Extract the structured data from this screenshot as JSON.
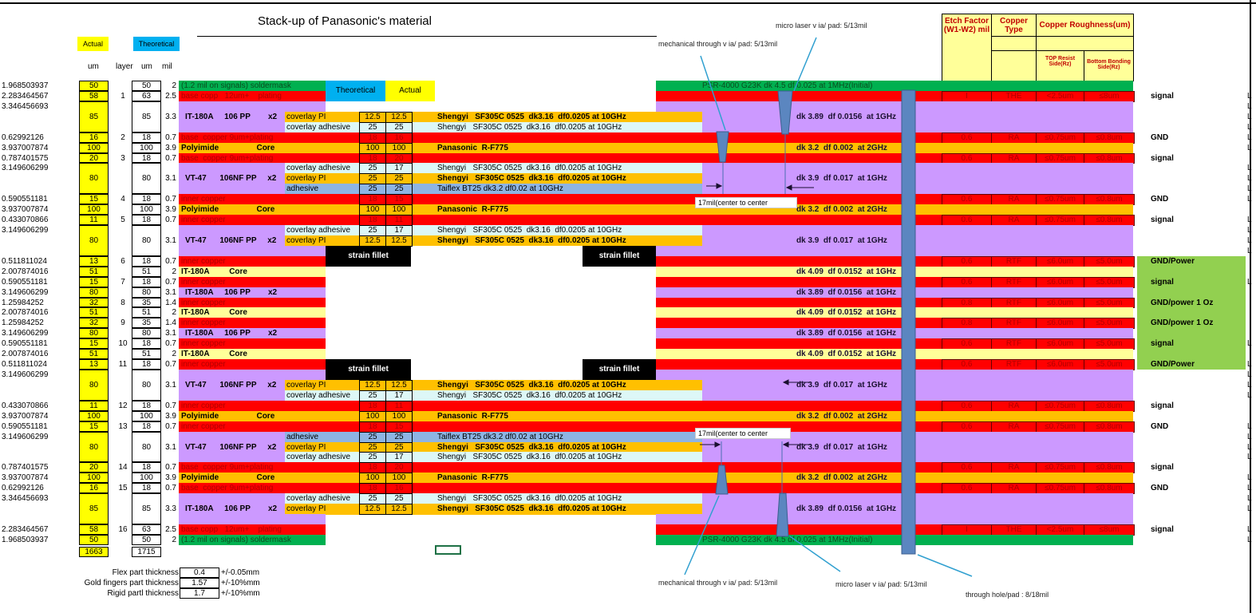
{
  "title": "Stack-up of Panasonic's material",
  "legend": {
    "actual": "Actual",
    "theoretical": "Theoretical"
  },
  "col_headers": {
    "um_actual": "um",
    "layer": "layer",
    "um_theo": "um",
    "mil": "mil"
  },
  "flex_legend": {
    "theoretical": "Theoretical",
    "actual": "Actual"
  },
  "right_table_header": {
    "etch": "Etch Factor (W1-W2) mil",
    "type": "Copper Type",
    "rough": "Copper Roughness(um)",
    "top": "TOP Resist Side(Rz)",
    "bottom": "Bottom Bonding Side(Rz)"
  },
  "colors": {
    "copper": "#ff0000",
    "prepreg": "#cc99ff",
    "orange": "#ffc000",
    "cyan": "#ddf7f7",
    "blue": "#8eb4e3",
    "mask": "#00b050",
    "core_rigid": "#ffff99",
    "actual": "#ffff00",
    "theoretical": "#00b0f0",
    "via": "#5b86c0",
    "callout": "#31a0d0",
    "fn_green": "#92d050"
  },
  "mask_text": "PSR-4000 G23K dk 4.5  df 0.025 at 1MHz(Initial)",
  "strain_label": "strain fillet",
  "center_label": "17mil(center to center",
  "rows": [
    {
      "kind": "mask",
      "v": "1.968503937",
      "act": "50",
      "theo": "50",
      "mil": "2",
      "label": "(1.2 mil on signals) soldermask",
      "L": false
    },
    {
      "kind": "cu_rigid",
      "v": "2.283464567",
      "act": "58",
      "layer": "1",
      "theo": "63",
      "mil": "2.5",
      "label": "base copp   12um+    plating",
      "tbl": [
        "I",
        "THE",
        "<2.5um",
        "≤8um"
      ],
      "fn": "signal",
      "L": true
    },
    {
      "kind": "pp",
      "v": "3.346456693",
      "act": "85",
      "theo": "85",
      "mil": "3.3",
      "span": 3,
      "L": true
    },
    {
      "kind": "pp_cov",
      "cov": "orange",
      "label": "IT-180A     106 PP        x2",
      "flex": {
        "name": "coverlay PI",
        "theo": "12.5",
        "act": "12.5",
        "desc": "Shengyi   SF305C 0525  dk3.16  df0.0205 at 10GHz",
        "bold": true
      },
      "dk": "dk 3.89  df 0.0156  at 1GHz",
      "L": true
    },
    {
      "kind": "pp_cov",
      "cov": "cyan",
      "flex": {
        "name": "coverlay adhesive",
        "theo": "25",
        "act": "25",
        "desc": "Shengyi   SF305C 0525  dk3.16  df0.0205 at 10GHz",
        "bold": false
      },
      "L": true
    },
    {
      "kind": "cu_flex",
      "v": "0.62992126",
      "act": "16",
      "layer": "2",
      "theo": "18",
      "mil": "0.7",
      "label": "base  copper 9um+plating",
      "flex": {
        "theo": "18",
        "act": "16"
      },
      "tbl": [
        "0.6",
        "RA",
        "≤0.75um",
        "≤0.8um"
      ],
      "fn": "GND",
      "L": true
    },
    {
      "kind": "core_flex",
      "v": "3.937007874",
      "act": "100",
      "theo": "100",
      "mil": "3.9",
      "label": "Polyimide                 Core",
      "flex": {
        "theo": "100",
        "act": "100",
        "desc": "Panasonic  R-F775",
        "bold": true
      },
      "dk": "dk 3.2  df 0.002  at 2GHz",
      "L": true
    },
    {
      "kind": "cu_flex",
      "v": "0.787401575",
      "act": "20",
      "layer": "3",
      "theo": "18",
      "mil": "0.7",
      "label": "base  copper 9um+plating",
      "flex": {
        "theo": "18",
        "act": "20"
      },
      "tbl": [
        "0.6",
        "RA",
        "≤0.75um",
        "≤0.8um"
      ],
      "fn": "signal",
      "L": false
    },
    {
      "kind": "pp_cov",
      "cov": "cyan",
      "v": "3.149606299",
      "act": "80",
      "theo": "80",
      "mil": "3.1",
      "span": 3,
      "flex": {
        "name": "coverlay adhesive",
        "theo": "25",
        "act": "17",
        "desc": "Shengyi   SF305C 0525  dk3.16  df0.0205 at 10GHz",
        "bold": false
      },
      "L": true
    },
    {
      "kind": "pp_cov",
      "cov": "orange",
      "label": "VT-47      106NF PP     x2",
      "flex": {
        "name": "coverlay PI",
        "theo": "25",
        "act": "25",
        "desc": "Shengyi   SF305C 0525  dk3.16  df0.0205 at 10GHz",
        "bold": true
      },
      "dk": "dk 3.9  df 0.017  at 1GHz",
      "L": true
    },
    {
      "kind": "pp_cov",
      "cov": "blue",
      "flex": {
        "name": "adhesive",
        "theo": "25",
        "act": "25",
        "desc": "Taiflex BT25 dk3.2 df0.02 at 10GHz",
        "bold": false
      },
      "L": true
    },
    {
      "kind": "cu_flex",
      "v": "0.590551181",
      "act": "15",
      "layer": "4",
      "theo": "18",
      "mil": "0.7",
      "label": "inner copper",
      "flex": {
        "theo": "18",
        "act": "15"
      },
      "tbl": [
        "0.6",
        "RA",
        "≤0.75um",
        "≤0.8um"
      ],
      "fn": "GND",
      "L": true
    },
    {
      "kind": "core_flex",
      "v": "3.937007874",
      "act": "100",
      "theo": "100",
      "mil": "3.9",
      "label": "Polyimide                 Core",
      "flex": {
        "theo": "100",
        "act": "100",
        "desc": "Panasonic  R-F775",
        "bold": true
      },
      "dk": "dk 3.2  df 0.002  at 2GHz",
      "L": false
    },
    {
      "kind": "cu_flex",
      "v": "0.433070866",
      "act": "11",
      "layer": "5",
      "theo": "18",
      "mil": "0.7",
      "label": "inner copper",
      "flex": {
        "theo": "18",
        "act": "11"
      },
      "tbl": [
        "0.6",
        "RA",
        "≤0.75um",
        "≤0.8um"
      ],
      "fn": "signal",
      "L": true
    },
    {
      "kind": "pp_cov",
      "cov": "cyan",
      "v": "3.149606299",
      "act": "80",
      "theo": "80",
      "mil": "3.1",
      "span": 3,
      "flex": {
        "name": "coverlay adhesive",
        "theo": "25",
        "act": "17",
        "desc": "Shengyi   SF305C 0525  dk3.16  df0.0205 at 10GHz",
        "bold": false
      },
      "L": true
    },
    {
      "kind": "pp_cov",
      "cov": "orange",
      "label": "VT-47      106NF PP     x2",
      "flex": {
        "name": "coverlay PI",
        "theo": "12.5",
        "act": "12.5",
        "desc": "Shengyi   SF305C 0525  dk3.16  df0.0205 at 10GHz",
        "bold": true
      },
      "dk": "dk 3.9  df 0.017  at 1GHz",
      "L": true
    },
    {
      "kind": "pp",
      "strain": true,
      "L": true
    },
    {
      "kind": "cu_rigid",
      "v": "0.511811024",
      "act": "13",
      "layer": "6",
      "theo": "18",
      "mil": "0.7",
      "label": "inner copper",
      "tbl": [
        "0.6",
        "RTF",
        "≤6.0um",
        "≤5.0um"
      ],
      "fn": "GND/Power",
      "L": false
    },
    {
      "kind": "core_rigid",
      "v": "2.007874016",
      "act": "51",
      "theo": "51",
      "mil": "2",
      "label": "IT-180A         Core",
      "dk": "dk 4.09  df 0.0152  at 1GHz",
      "L": false
    },
    {
      "kind": "cu_rigid",
      "v": "0.590551181",
      "act": "15",
      "layer": "7",
      "theo": "18",
      "mil": "0.7",
      "label": "inner copper",
      "tbl": [
        "0.6",
        "RTF",
        "≤6.0um",
        "≤5.0um"
      ],
      "fn": "signal",
      "L": true
    },
    {
      "kind": "pp",
      "v": "3.149606299",
      "act": "80",
      "theo": "80",
      "mil": "3.1",
      "label": "IT-180A     106 PP        x2",
      "dk": "dk 3.89  df 0.0156  at 1GHz",
      "L": false
    },
    {
      "kind": "cu_rigid",
      "v": "1.25984252",
      "act": "32",
      "layer": "8",
      "theo": "35",
      "mil": "1.4",
      "label": "inner copper",
      "tbl": [
        "0.8",
        "RTF",
        "≤6.0um",
        "≤5.0um"
      ],
      "fn": "GND/power 1 Oz",
      "L": false
    },
    {
      "kind": "core_rigid",
      "v": "2.007874016",
      "act": "51",
      "theo": "51",
      "mil": "2",
      "label": "IT-180A         Core",
      "dk": "dk 4.09  df 0.0152  at 1GHz",
      "L": false
    },
    {
      "kind": "cu_rigid",
      "v": "1.25984252",
      "act": "32",
      "layer": "9",
      "theo": "35",
      "mil": "1.4",
      "label": "inner copper",
      "tbl": [
        "0.8",
        "RTF",
        "≤6.0um",
        "≤5.0um"
      ],
      "fn": "GND/power 1 Oz",
      "L": false
    },
    {
      "kind": "pp",
      "v": "3.149606299",
      "act": "80",
      "theo": "80",
      "mil": "3.1",
      "label": "IT-180A     106 PP        x2",
      "dk": "dk 3.89  df 0.0156  at 1GHz",
      "L": false
    },
    {
      "kind": "cu_rigid",
      "v": "0.590551181",
      "act": "15",
      "layer": "10",
      "theo": "18",
      "mil": "0.7",
      "label": "inner copper",
      "tbl": [
        "0.6",
        "RTF",
        "≤6.0um",
        "≤5.0um"
      ],
      "fn": "signal",
      "L": true
    },
    {
      "kind": "core_rigid",
      "v": "2.007874016",
      "act": "51",
      "theo": "51",
      "mil": "2",
      "label": "IT-180A         Core",
      "dk": "dk 4.09  df 0.0152  at 1GHz",
      "L": false
    },
    {
      "kind": "cu_rigid",
      "v": "0.511811024",
      "act": "13",
      "layer": "11",
      "theo": "18",
      "mil": "0.7",
      "label": "inner copper",
      "tbl": [
        "0.6",
        "RTF",
        "≤6.0um",
        "≤5.0um"
      ],
      "fn": "GND/Power",
      "L": true
    },
    {
      "kind": "pp",
      "strain": true,
      "v": "3.149606299",
      "act": "80",
      "theo": "80",
      "mil": "3.1",
      "span": 3,
      "L": true
    },
    {
      "kind": "pp_cov",
      "cov": "orange",
      "label": "VT-47      106NF PP     x2",
      "flex": {
        "name": "coverlay PI",
        "theo": "12.5",
        "act": "12.5",
        "desc": "Shengyi   SF305C 0525  dk3.16  df0.0205 at 10GHz",
        "bold": true
      },
      "dk": "dk 3.9  df 0.017  at 1GHz",
      "L": true
    },
    {
      "kind": "pp_cov",
      "cov": "cyan",
      "flex": {
        "name": "coverlay adhesive",
        "theo": "25",
        "act": "17",
        "desc": "Shengyi   SF305C 0525  dk3.16  df0.0205 at 10GHz",
        "bold": false
      },
      "L": true
    },
    {
      "kind": "cu_flex",
      "v": "0.433070866",
      "act": "11",
      "layer": "12",
      "theo": "18",
      "mil": "0.7",
      "label": "inner copper",
      "flex": {
        "theo": "18",
        "act": "11"
      },
      "tbl": [
        "0.6",
        "RA",
        "≤0.75um",
        "≤0.8um"
      ],
      "fn": "signal",
      "L": false
    },
    {
      "kind": "core_flex",
      "v": "3.937007874",
      "act": "100",
      "theo": "100",
      "mil": "3.9",
      "label": "Polyimide                 Core",
      "flex": {
        "theo": "100",
        "act": "100",
        "desc": "Panasonic  R-F775",
        "bold": true
      },
      "dk": "dk 3.2  df 0.002  at 2GHz",
      "L": false
    },
    {
      "kind": "cu_flex",
      "v": "0.590551181",
      "act": "15",
      "layer": "13",
      "theo": "18",
      "mil": "0.7",
      "label": "inner copper",
      "flex": {
        "theo": "18",
        "act": "15"
      },
      "tbl": [
        "0.6",
        "RA",
        "≤0.75um",
        "≤0.8um"
      ],
      "fn": "GND",
      "L": true
    },
    {
      "kind": "pp_cov",
      "cov": "blue",
      "v": "3.149606299",
      "act": "80",
      "theo": "80",
      "mil": "3.1",
      "span": 3,
      "flex": {
        "name": "adhesive",
        "theo": "25",
        "act": "25",
        "desc": "Taiflex BT25 dk3.2 df0.02 at 10GHz",
        "bold": false
      },
      "L": true
    },
    {
      "kind": "pp_cov",
      "cov": "orange",
      "label": "VT-47      106NF PP     x2",
      "flex": {
        "name": "coverlay PI",
        "theo": "25",
        "act": "25",
        "desc": "Shengyi   SF305C 0525  dk3.16  df0.0205 at 10GHz",
        "bold": true
      },
      "dk": "dk 3.9  df 0.017  at 1GHz",
      "L": true
    },
    {
      "kind": "pp_cov",
      "cov": "cyan",
      "flex": {
        "name": "coverlay adhesive",
        "theo": "25",
        "act": "17",
        "desc": "Shengyi   SF305C 0525  dk3.16  df0.0205 at 10GHz",
        "bold": false
      },
      "L": true
    },
    {
      "kind": "cu_flex",
      "v": "0.787401575",
      "act": "20",
      "layer": "14",
      "theo": "18",
      "mil": "0.7",
      "label": "base  copper 9um+plating",
      "flex": {
        "theo": "18",
        "act": "20"
      },
      "tbl": [
        "0.6",
        "RA",
        "≤0.75um",
        "≤0.8um"
      ],
      "fn": "signal",
      "L": false
    },
    {
      "kind": "core_flex",
      "v": "3.937007874",
      "act": "100",
      "theo": "100",
      "mil": "3.9",
      "label": "Polyimide                 Core",
      "flex": {
        "theo": "100",
        "act": "100",
        "desc": "Panasonic  R-F775",
        "bold": true
      },
      "dk": "dk 3.2  df 0.002  at 2GHz",
      "L": true
    },
    {
      "kind": "cu_flex",
      "v": "0.62992126",
      "act": "16",
      "layer": "15",
      "theo": "18",
      "mil": "0.7",
      "label": "base  copper 9um+plating",
      "flex": {
        "theo": "18",
        "act": "16"
      },
      "tbl": [
        "0.6",
        "RA",
        "≤0.75um",
        "≤0.8um"
      ],
      "fn": "GND",
      "L": true
    },
    {
      "kind": "pp_cov",
      "cov": "cyan",
      "v": "3.346456693",
      "act": "85",
      "theo": "85",
      "mil": "3.3",
      "span": 3,
      "flex": {
        "name": "coverlay adhesive",
        "theo": "25",
        "act": "25",
        "desc": "Shengyi   SF305C 0525  dk3.16  df0.0205 at 10GHz",
        "bold": false
      },
      "L": true
    },
    {
      "kind": "pp_cov",
      "cov": "orange",
      "label": "IT-180A     106 PP        x2",
      "flex": {
        "name": "coverlay PI",
        "theo": "12.5",
        "act": "12.5",
        "desc": "Shengyi   SF305C 0525  dk3.16  df0.0205 at 10GHz",
        "bold": true
      },
      "dk": "dk 3.89  df 0.0156  at 1GHz",
      "L": true
    },
    {
      "kind": "pp",
      "L": false
    },
    {
      "kind": "cu_rigid",
      "v": "2.283464567",
      "act": "58",
      "layer": "16",
      "theo": "63",
      "mil": "2.5",
      "label": "base copp   12um+    plating",
      "tbl": [
        "I",
        "THE",
        "<2.5um",
        "≤8um"
      ],
      "fn": "signal",
      "L": true
    },
    {
      "kind": "mask",
      "v": "1.968503937",
      "act": "50",
      "theo": "50",
      "mil": "2",
      "label": "(1.2 mil on signals) soldermask",
      "L": true
    }
  ],
  "totals": {
    "actual": "1663",
    "theoretical": "1715"
  },
  "thickness": [
    {
      "label": "Flex part thickness",
      "value": "0.4",
      "tol": "+/-0.05mm"
    },
    {
      "label": "Gold fingers part thickness",
      "value": "1.57",
      "tol": "+/-10%mm"
    },
    {
      "label": "Rigid partl thickness",
      "value": "1.7",
      "tol": "+/-10%mm"
    }
  ],
  "annotations": {
    "mech_top": "mechanical through v ia/ pad: 5/13mil",
    "micro_top": "micro laser v ia/ pad: 5/13mil",
    "mech_bottom": "mechanical through v ia/ pad: 5/13mil",
    "micro_bottom": "micro laser v ia/ pad: 5/13mil",
    "through_hole": "through hole/pad :  8/18mil"
  },
  "edge_mark": "L"
}
